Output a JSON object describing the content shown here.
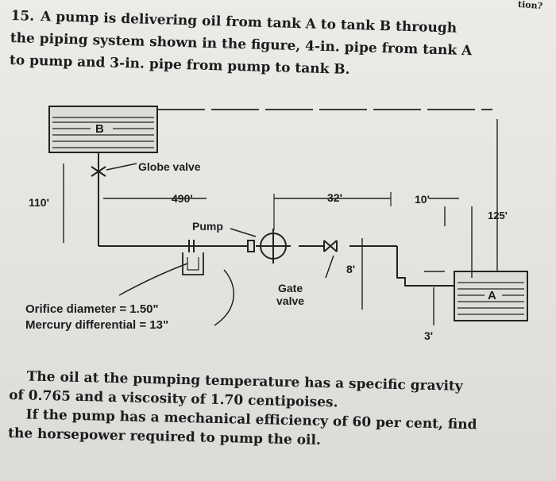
{
  "problem": {
    "number": "15.",
    "lines": [
      "A pump is delivering oil from tank A to tank B through",
      "the piping system shown in the figure, 4-in. pipe from tank A",
      "to pump and 3-in. pipe from pump to tank B."
    ],
    "corner_word": "tion?"
  },
  "figure": {
    "tank_upper_label": "B",
    "tank_lower_label": "A",
    "globe_valve": "Globe valve",
    "pump": "Pump",
    "gate_valve_line1": "Gate",
    "gate_valve_line2": "valve",
    "dim_110": "110'",
    "dim_490": "490'",
    "dim_32": "32'",
    "dim_10": "10'",
    "dim_125": "125'",
    "dim_8": "8'",
    "dim_3": "3'",
    "orifice_label": "Orifice diameter = 1.50\"",
    "mercury_label": "Mercury differential = 13\""
  },
  "body": {
    "lines": [
      "The oil at the pumping temperature has a specific gravity",
      "of 0.765 and a viscosity of 1.70 centipoises.",
      "If the pump has a mechanical efficiency of 60 per cent, find",
      "the horsepower required to pump the oil."
    ]
  }
}
